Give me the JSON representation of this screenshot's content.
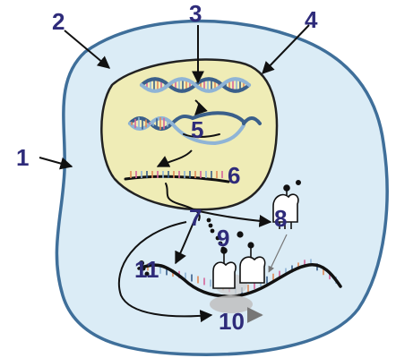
{
  "diagram": {
    "labels": [
      "1",
      "2",
      "3",
      "4",
      "5",
      "6",
      "7",
      "8",
      "9",
      "10",
      "11"
    ],
    "colors": {
      "label": "#2e2b7a",
      "cytoplasm": "#dbecf6",
      "membrane": "#3f6f9a",
      "nucleus": "#efecb6",
      "dna_dark": "#3a5f8a",
      "dna_light": "#8fb4d6",
      "base_orange": "#e08a5a",
      "base_pink": "#d6669a",
      "ribosome": "#bfbfbf",
      "trna": "#ffffff",
      "ink": "#111111"
    },
    "icons": [
      "cell-membrane",
      "cytoplasm",
      "dna-double-helix",
      "nucleus",
      "rna-transcription-bubble",
      "mrna-strand",
      "trna-molecule",
      "amino-acid-chain",
      "ribosome",
      "polypeptide"
    ]
  }
}
